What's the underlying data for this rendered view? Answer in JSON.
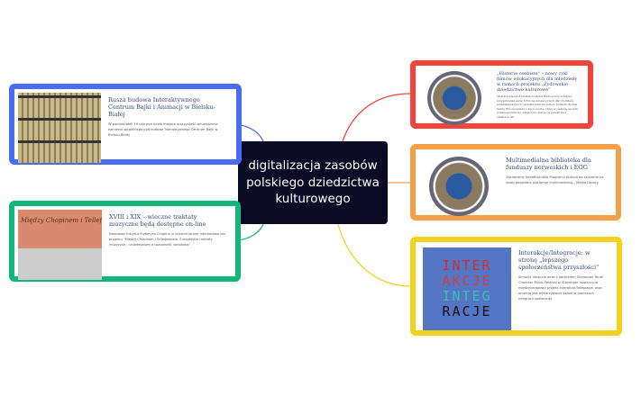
{
  "center": {
    "title": "digitalizacja zasobów polskiego dziedzictwa kulturowego"
  },
  "cards": [
    {
      "color": "#4a6cf0",
      "title": "Rusza budowa Interaktywnego Centrum Bajki i Animacji w Bielsku-Białej",
      "desc": "W poniedziałek 19 czerwca miało miejsce uroczystość wmurowania kamienia węgielnego pod budowę Interaktywnego Centrum Bajki w Bielsku-Białej"
    },
    {
      "color": "#12b87a",
      "title": "XVIII i XIX – wieczne traktaty muzyczne będą dostępne on-line",
      "desc": "Narodowy Instytut Fryderyka Chopina uruchomił stronę internetową dla projektu \"Między Chopinem i Telleфsenem. Europejskie traktaty muzyczne – uniwersalizm a tożsamość narodowa\"",
      "image_text": "Między Chopinem i Tellefsenem"
    },
    {
      "color": "#f24438",
      "title": "„Historie osobiste\" – nowy cykl filmów edukacyjnych dla młodzieży w ramach projektu „Żydowskie dziedzictwo kulturowe\"",
      "desc": "Stowarzyszenie Żydowski Instytut Historyczny w Polsce przygotowało serię 6 filmów edukacyjnych dla młodzieży, przedstawiających osobiste historie kultury polskich Żydów. Każdy film opowiada o życiu osoby, które w ciekawy sposób pokazują historię i wzajemne relacje na przestrzeni ostatnich lat."
    },
    {
      "color": "#f4a04a",
      "title": "Multimedialna biblioteka dla funduszy norweskich i EOG",
      "desc": "Zachęcamy beneficjentów Programu Kultura do zajrzenia na nową bezpłatną platformę multimedialną – Media Library."
    },
    {
      "color": "#f2d21e",
      "title": "Interakcje/Integracje: w stronę „lepszego społeczeństwa przyszłości\"",
      "desc": "Sinfonia Varsovia wraz z partnerem Stavanger Youth Chamber Music Festival w Stavanger rozpoczyna międzynarodowy projekt Interakcje/Integracje, jego ambicją jest wykorzystanie sztuki w procesach integracji społecznej.",
      "image_text": [
        "INTER",
        "AKCJE",
        "INTEG",
        "RACJE"
      ]
    }
  ]
}
